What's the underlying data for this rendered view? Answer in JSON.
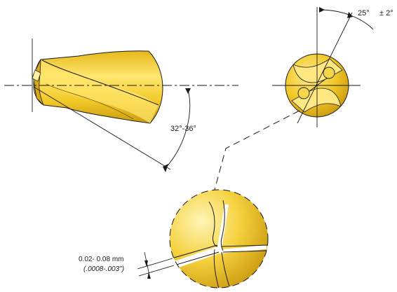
{
  "annotations": {
    "point_angle": "32°-36°",
    "helix_angle": "25°",
    "helix_tolerance": "± 2°",
    "margin_metric": "0.02- 0.08 mm",
    "margin_imperial": "(.0008-.003\")"
  },
  "colors": {
    "gold": "#f2c827",
    "gold_light": "#ffe770",
    "gold_dark": "#c89a10",
    "line": "#1a1a1a"
  }
}
